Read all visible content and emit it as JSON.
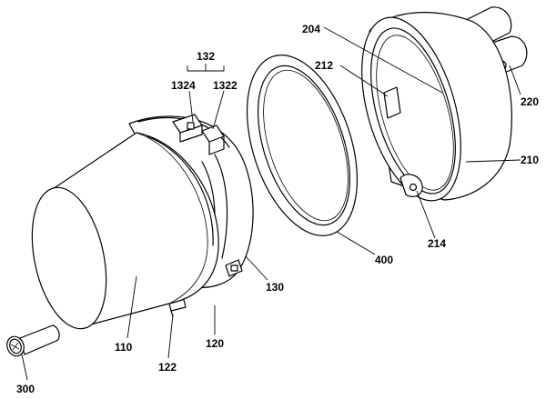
{
  "labels": {
    "l132": "132",
    "l1324": "1324",
    "l1322": "1322",
    "l204": "204",
    "l212": "212",
    "l220": "220",
    "l210": "210",
    "l214": "214",
    "l400": "400",
    "l130": "130",
    "l110": "110",
    "l120": "120",
    "l122": "122",
    "l300": "300"
  }
}
